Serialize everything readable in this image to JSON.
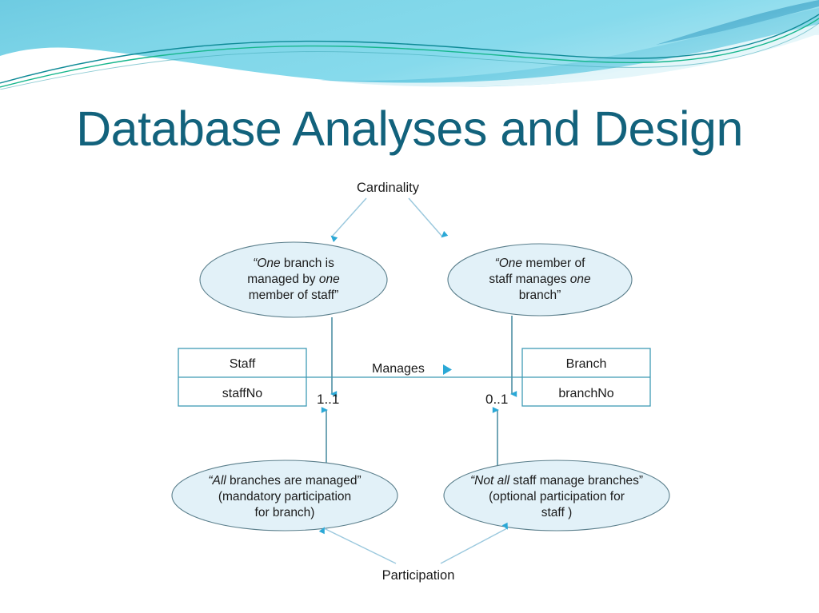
{
  "slide": {
    "title": "Database Analyses and Design",
    "title_color": "#12627C",
    "background_color": "#FFFFFF"
  },
  "banner": {
    "name": "decorative-wave-banner",
    "colors": {
      "wave_light": "#7FD6E8",
      "wave_mid": "#5FC3DC",
      "wave_deep": "#49ACCB",
      "line_teal": "#0E8A96",
      "line_green": "#16B68C"
    }
  },
  "diagram": {
    "name": "er-cardinality-participation-diagram",
    "accent_color": "#2BA8D6",
    "ellipse_fill": "#E2F1F8",
    "ellipse_stroke": "#5B7F8C",
    "box_stroke": "#3F9BB5",
    "top_label": "Cardinality",
    "bottom_label": "Participation",
    "relationship_label": "Manages",
    "relationship_arrow": "►",
    "entities": [
      {
        "name": "Staff",
        "attribute": "staffNo"
      },
      {
        "name": "Branch",
        "attribute": "branchNo"
      }
    ],
    "cardinalities": [
      {
        "side": "left",
        "value": "1..1"
      },
      {
        "side": "right",
        "value": "0..1"
      }
    ],
    "cardinality_bubbles": [
      {
        "id": "bubble-cardinality-left",
        "lines": [
          [
            {
              "t": "“One",
              "i": true
            },
            {
              "t": " branch is",
              "i": false
            }
          ],
          [
            {
              "t": "managed by ",
              "i": false
            },
            {
              "t": "one",
              "i": true
            }
          ],
          [
            {
              "t": "member of  staff”",
              "i": false
            }
          ]
        ]
      },
      {
        "id": "bubble-cardinality-right",
        "lines": [
          [
            {
              "t": "“One",
              "i": true
            },
            {
              "t": " member of",
              "i": false
            }
          ],
          [
            {
              "t": "staff  manages ",
              "i": false
            },
            {
              "t": "one",
              "i": true
            }
          ],
          [
            {
              "t": "branch”",
              "i": false
            }
          ]
        ]
      }
    ],
    "participation_bubbles": [
      {
        "id": "bubble-participation-left",
        "lines": [
          [
            {
              "t": "“All",
              "i": true
            },
            {
              "t": " branches are managed”",
              "i": false
            }
          ],
          [
            {
              "t": "(mandatory participation",
              "i": false
            }
          ],
          [
            {
              "t": "for branch)",
              "i": false
            }
          ]
        ]
      },
      {
        "id": "bubble-participation-right",
        "lines": [
          [
            {
              "t": "“Not all",
              "i": true
            },
            {
              "t": " staff  manage branches”",
              "i": false
            }
          ],
          [
            {
              "t": "(optional participation for",
              "i": false
            }
          ],
          [
            {
              "t": "staff )",
              "i": false
            }
          ]
        ]
      }
    ]
  }
}
